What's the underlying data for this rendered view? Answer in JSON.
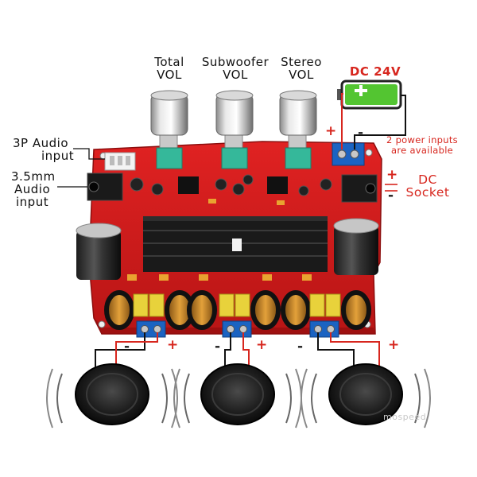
{
  "labels": {
    "total_vol": [
      "Total",
      "VOL"
    ],
    "subwoofer_vol": [
      "Subwoofer",
      "VOL"
    ],
    "stereo_vol": [
      "Stereo",
      "VOL"
    ],
    "dc_24v": "DC 24V",
    "audio_3p": [
      "3P Audio",
      "input"
    ],
    "audio_35": [
      "3.5mm",
      "Audio",
      "input"
    ],
    "power_inputs": [
      "2 power inputs",
      "are available"
    ],
    "dc_socket": [
      "DC",
      "Socket"
    ],
    "plus": "+",
    "minus": "-",
    "watermark": "mospeed"
  },
  "colors": {
    "board": "#d21b1b",
    "board_dark": "#9c0f0f",
    "wire_red": "#d7261e",
    "wire_black": "#111111",
    "heatsink": "#1a1a1a",
    "terminal_blue": "#1b63c2",
    "pot_green": "#35b89a",
    "capacitor_yellow": "#e8d23b",
    "battery_green": "#53c531"
  }
}
